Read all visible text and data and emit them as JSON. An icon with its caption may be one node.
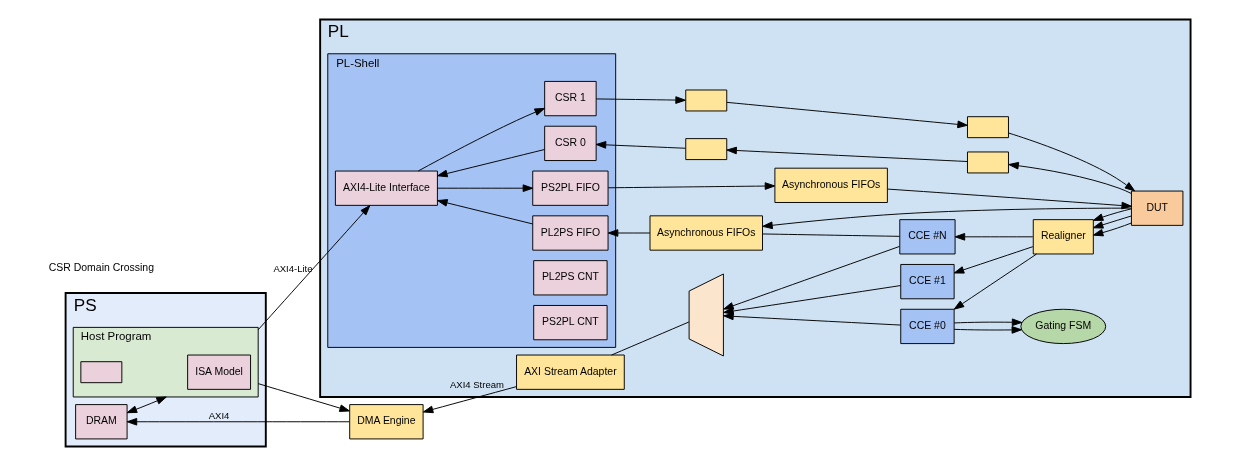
{
  "diagram": {
    "nodes": [
      {
        "text": [
          "PS"
        ]
      },
      {
        "text": [
          "DRAM"
        ],
        "in": 0
      },
      {
        "text": [
          "Host Program"
        ],
        "in": 0
      },
      {
        "text": [
          "ISA Model"
        ],
        "in": 2
      },
      {
        "text": [],
        "shape": "box",
        "in": 2
      },
      {
        "text": [
          "DMA Engine"
        ]
      },
      {
        "text": [
          "PL"
        ]
      },
      {
        "text": [
          "AXI Stream Adapter"
        ],
        "in": 6
      },
      {
        "text": [],
        "shape": "trapezoid",
        "in": 6
      },
      {
        "text": [
          "Gating FSM"
        ],
        "in": 6
      },
      {
        "text": [
          "CCE #0"
        ],
        "in": 6
      },
      {
        "text": [
          "CCE #1"
        ],
        "in": 6
      },
      {
        "text": [
          "CCE #N"
        ],
        "in": 6
      },
      {
        "text": [
          "Realigner"
        ],
        "in": 6
      },
      {
        "text": [
          "DUT"
        ],
        "in": 6
      },
      {
        "text": [
          "PL-Shell"
        ],
        "in": 6
      },
      {
        "text": [
          "AXI4-Lite Interface"
        ],
        "in": 15
      },
      {
        "text": [
          "PL2PS FIFO"
        ],
        "in": 15
      },
      {
        "text": [
          "PL2PS CNT"
        ],
        "in": 15
      },
      {
        "text": [
          "PS2PL FIFO"
        ],
        "in": 15
      },
      {
        "text": [
          "PS2PL CNT"
        ],
        "in": 15
      },
      {
        "text": [
          "CSR 0"
        ],
        "in": 15
      },
      {
        "text": [
          "CSR 1"
        ],
        "in": 15
      },
      {
        "text": [
          "Asynchronous FIFOs"
        ],
        "in": 6
      },
      {
        "text": [
          "Asynchronous FIFOs"
        ],
        "in": 6
      },
      {
        "text": [],
        "shape": "box",
        "in": 6
      },
      {
        "text": [],
        "shape": "box",
        "in": 6
      },
      {
        "text": [],
        "shape": "box",
        "in": 6
      },
      {
        "text": [],
        "shape": "box",
        "in": 6
      }
    ],
    "edges": [
      {
        "from": 5,
        "to": 1,
        "arrow": "to",
        "label": "AXI4"
      },
      {
        "from": 1,
        "to": 2,
        "arrow": "both"
      },
      {
        "from": 2,
        "to": 5,
        "arrow": "to"
      },
      {
        "from": 2,
        "to": 16,
        "arrow": "to",
        "label": "AXI4-Lite"
      },
      {
        "from": 7,
        "to": 5,
        "arrow": "to",
        "label": "AXI4 Stream"
      },
      {
        "from": 8,
        "to": 7,
        "arrow": "none"
      },
      {
        "from": 10,
        "to": 8,
        "arrow": "to"
      },
      {
        "from": 11,
        "to": 8,
        "arrow": "to"
      },
      {
        "from": 12,
        "to": 8,
        "arrow": "to"
      },
      {
        "from": 10,
        "to": 9,
        "arrow": "to"
      },
      {
        "from": 10,
        "to": 9,
        "arrow": "to"
      },
      {
        "from": 12,
        "to": 23,
        "arrow": "none"
      },
      {
        "from": 13,
        "to": 10,
        "arrow": "to"
      },
      {
        "from": 13,
        "to": 11,
        "arrow": "to"
      },
      {
        "from": 13,
        "to": 12,
        "arrow": "to"
      },
      {
        "from": 14,
        "to": 13,
        "arrow": "to"
      },
      {
        "from": 14,
        "to": 13,
        "arrow": "to"
      },
      {
        "from": 14,
        "to": 13,
        "arrow": "to"
      },
      {
        "from": 14,
        "to": 23,
        "arrow": "to"
      },
      {
        "from": 23,
        "to": 17,
        "arrow": "to"
      },
      {
        "from": 17,
        "to": 16,
        "arrow": "to"
      },
      {
        "from": 16,
        "to": 19,
        "arrow": "to"
      },
      {
        "from": 19,
        "to": 24,
        "arrow": "to"
      },
      {
        "from": 24,
        "to": 14,
        "arrow": "to"
      },
      {
        "from": 14,
        "to": 26,
        "arrow": "to"
      },
      {
        "from": 26,
        "to": 25,
        "arrow": "to"
      },
      {
        "from": 25,
        "to": 21,
        "arrow": "to"
      },
      {
        "from": 21,
        "to": 16,
        "arrow": "to"
      },
      {
        "from": 16,
        "to": 22,
        "arrow": "to"
      },
      {
        "from": 22,
        "to": 27,
        "arrow": "to"
      },
      {
        "from": 27,
        "to": 28,
        "arrow": "to"
      },
      {
        "from": 28,
        "to": 14,
        "arrow": "to"
      }
    ],
    "labels": [
      "CSR Domain Crossing"
    ]
  }
}
